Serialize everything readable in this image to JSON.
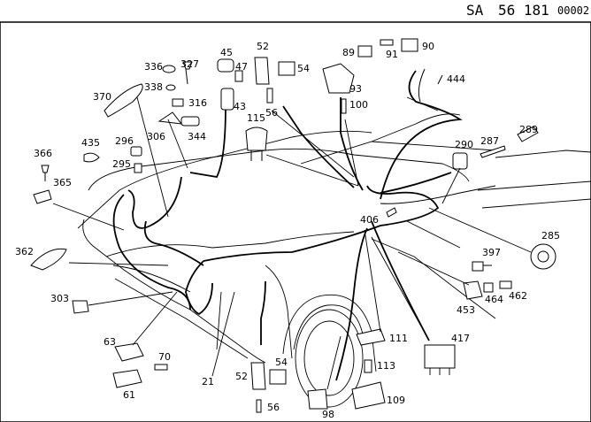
{
  "header": {
    "prefix": "SA",
    "number": "56 181",
    "code": "00002"
  },
  "labels": [
    "21",
    "43",
    "45",
    "47",
    "52",
    "54",
    "56",
    "61",
    "63",
    "70",
    "89",
    "90",
    "91",
    "93",
    "98",
    "100",
    "109",
    "111",
    "113",
    "115",
    "285",
    "287",
    "289",
    "290",
    "295",
    "296",
    "303",
    "306",
    "316",
    "327",
    "336",
    "338",
    "344",
    "362",
    "365",
    "366",
    "370",
    "397",
    "406",
    "417",
    "435",
    "444",
    "453",
    "462",
    "464"
  ],
  "label_52_lower": "52",
  "label_54_lower": "54",
  "label_56_lower": "56"
}
